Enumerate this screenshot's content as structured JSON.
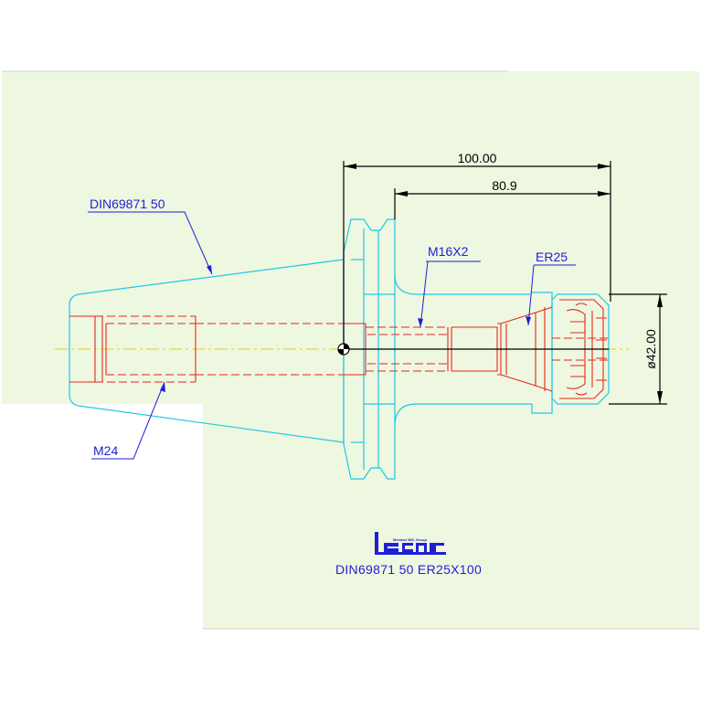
{
  "dimensions": {
    "overall_length": "100.00",
    "body_length": "80.9",
    "diameter": "ø42.00"
  },
  "labels": {
    "taper": "DIN69871 50",
    "drawbar_thread": "M24",
    "inner_thread": "M16X2",
    "collet": "ER25"
  },
  "logo": {
    "tagline": "Member IMC Group",
    "brand": "iscar"
  },
  "caption": "DIN69871 50 ER25X100",
  "colors": {
    "background": "#eef7e0",
    "body_outline": "#1fc8e8",
    "hidden_lines": "#e8261e",
    "dimension_lines": "#000000",
    "labels": "#1f1fd6",
    "centerline": "#e6d200"
  }
}
